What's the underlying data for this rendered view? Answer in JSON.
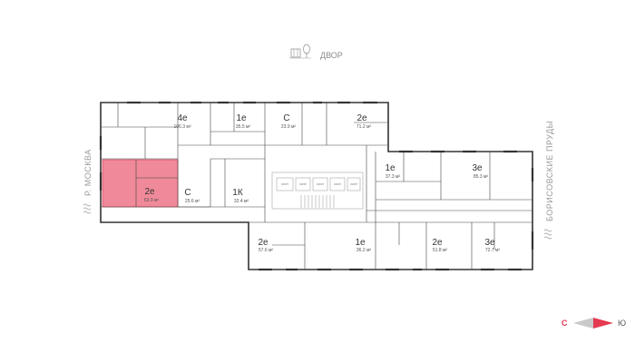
{
  "courtyard": {
    "label": "ДВОР",
    "icon": "courtyard-tree-icon"
  },
  "left_street": {
    "label": "Р. МОСКВА",
    "icon": "river-waves-icon"
  },
  "right_street": {
    "label": "БОРИСОВСКИЕ ПРУДЫ",
    "icon": "pond-waves-icon"
  },
  "compass": {
    "left": "С",
    "right": "Ю"
  },
  "colors": {
    "highlight": "#f08a9a",
    "highlight_stroke": "#d14660",
    "wall": "#333333",
    "accent": "#e53950"
  },
  "units": [
    {
      "type": "4е",
      "area": "106.3 м²",
      "highlighted": false
    },
    {
      "type": "1е",
      "area": "35.5 м²",
      "highlighted": false
    },
    {
      "type": "С",
      "area": "23.9 м²",
      "highlighted": false
    },
    {
      "type": "2е",
      "area": "71.2 м²",
      "highlighted": false
    },
    {
      "type": "2е",
      "area": "63.9 м²",
      "highlighted": true
    },
    {
      "type": "С",
      "area": "25.6 м²",
      "highlighted": false
    },
    {
      "type": "1К",
      "area": "32.4 м²",
      "highlighted": false
    },
    {
      "type": "1е",
      "area": "37.3 м²",
      "highlighted": false
    },
    {
      "type": "3е",
      "area": "85.3 м²",
      "highlighted": false
    },
    {
      "type": "2е",
      "area": "57.6 м²",
      "highlighted": false
    },
    {
      "type": "1е",
      "area": "36.2 м²",
      "highlighted": false
    },
    {
      "type": "2е",
      "area": "51.8 м²",
      "highlighted": false
    },
    {
      "type": "3е",
      "area": "72.7 м²",
      "highlighted": false
    }
  ]
}
